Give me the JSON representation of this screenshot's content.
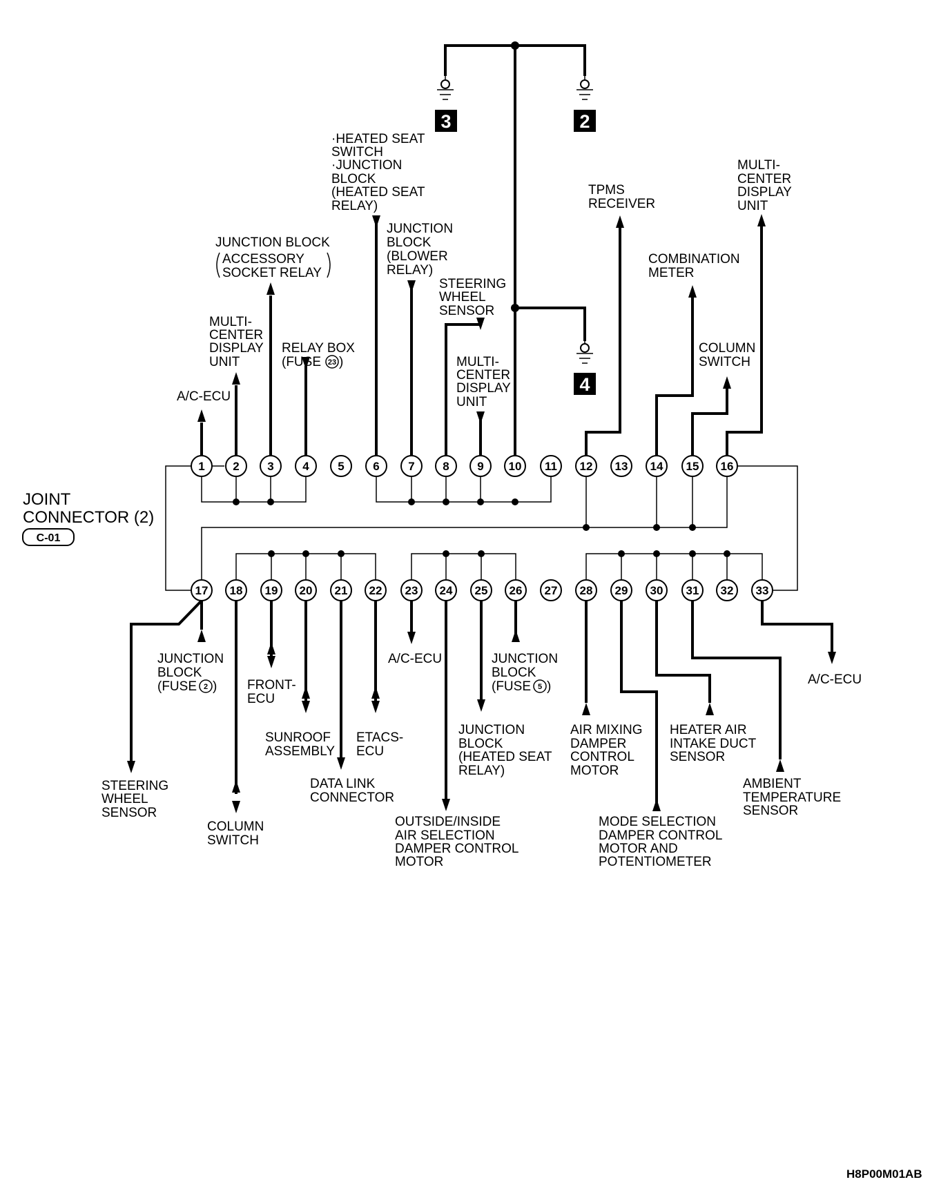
{
  "connector": {
    "title_line1": "JOINT",
    "title_line2": "CONNECTOR (2)",
    "code": "C-01"
  },
  "grounds": [
    "3",
    "2",
    "4"
  ],
  "pins": [
    "1",
    "2",
    "3",
    "4",
    "5",
    "6",
    "7",
    "8",
    "9",
    "10",
    "11",
    "12",
    "13",
    "14",
    "15",
    "16",
    "17",
    "18",
    "19",
    "20",
    "21",
    "22",
    "23",
    "24",
    "25",
    "26",
    "27",
    "28",
    "29",
    "30",
    "31",
    "32",
    "33"
  ],
  "labels": {
    "heated_seat": [
      "·HEATED SEAT",
      " SWITCH",
      "·JUNCTION",
      " BLOCK",
      " (HEATED SEAT",
      " RELAY)"
    ],
    "jb_accessory": [
      "JUNCTION BLOCK",
      "ACCESSORY",
      "SOCKET RELAY"
    ],
    "jb_blower": [
      "JUNCTION",
      "BLOCK",
      "(BLOWER",
      " RELAY)"
    ],
    "steering_top": [
      "STEERING",
      "WHEEL",
      "SENSOR"
    ],
    "mcdu_left": [
      "MULTI-",
      "CENTER",
      "DISPLAY",
      "UNIT"
    ],
    "relay_box": [
      "RELAY BOX",
      "(FUSE"
    ],
    "relay_box_fuse": "23",
    "ac_ecu_top": "A/C-ECU",
    "mcdu_mid": [
      "MULTI-",
      "CENTER",
      "DISPLAY",
      "UNIT"
    ],
    "tpms": [
      "TPMS",
      "RECEIVER"
    ],
    "mcdu_right": [
      "MULTI-",
      "CENTER",
      "DISPLAY",
      "UNIT"
    ],
    "comb_meter": [
      "COMBINATION",
      "METER"
    ],
    "column_switch_top": [
      "COLUMN",
      "SWITCH"
    ],
    "jb_fuse2": [
      "JUNCTION",
      "BLOCK",
      "(FUSE"
    ],
    "jb_fuse2_num": "2",
    "steering_bottom": [
      "STEERING",
      "WHEEL",
      "SENSOR"
    ],
    "column_switch_bottom": [
      "COLUMN",
      "SWITCH"
    ],
    "front_ecu": [
      "FRONT-",
      "ECU"
    ],
    "sunroof": [
      "SUNROOF",
      "ASSEMBLY"
    ],
    "data_link": [
      "DATA LINK",
      "CONNECTOR"
    ],
    "etacs": [
      "ETACS-",
      "ECU"
    ],
    "ac_ecu_23": "A/C-ECU",
    "outside_inside": [
      "OUTSIDE/INSIDE",
      "AIR SELECTION",
      "DAMPER CONTROL",
      "MOTOR"
    ],
    "jb_heated_seat": [
      "JUNCTION",
      "BLOCK",
      "(HEATED SEAT",
      "RELAY)"
    ],
    "jb_fuse5": [
      "JUNCTION",
      "BLOCK",
      "(FUSE"
    ],
    "jb_fuse5_num": "5",
    "air_mixing": [
      "AIR MIXING",
      "DAMPER",
      "CONTROL",
      "MOTOR"
    ],
    "mode_selection": [
      "MODE SELECTION",
      "DAMPER CONTROL",
      "MOTOR AND",
      "POTENTIOMETER"
    ],
    "heater_air": [
      "HEATER AIR",
      "INTAKE DUCT",
      "SENSOR"
    ],
    "ambient": [
      "AMBIENT",
      "TEMPERATURE",
      "SENSOR"
    ],
    "ac_ecu_33": "A/C-ECU"
  },
  "figure_code": "H8P00M01AB"
}
